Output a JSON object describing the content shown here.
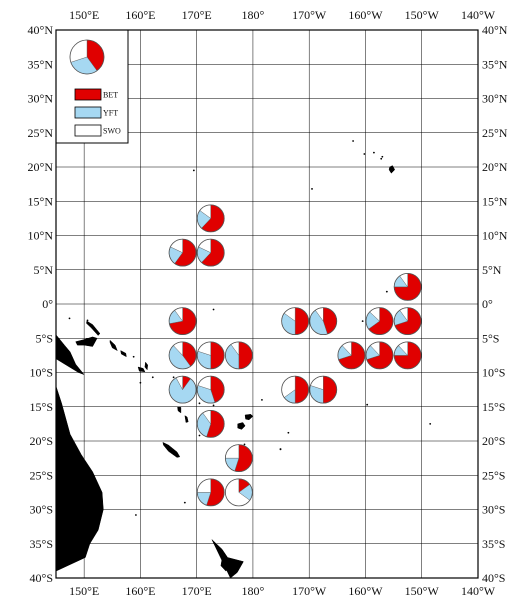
{
  "colors": {
    "BET": "#e00000",
    "YFT": "#a6d8f2",
    "SWO": "#ffffff",
    "land": "#000000",
    "grid": "#000000",
    "frame": "#000000"
  },
  "axes": {
    "lon_min": 145,
    "lon_max": 220,
    "lat_min": -40,
    "lat_max": 40,
    "grid": true,
    "x_ticks": [
      {
        "lon": 150,
        "label": "150°E"
      },
      {
        "lon": 160,
        "label": "160°E"
      },
      {
        "lon": 170,
        "label": "170°E"
      },
      {
        "lon": 180,
        "label": "180°"
      },
      {
        "lon": 190,
        "label": "170°W"
      },
      {
        "lon": 200,
        "label": "160°W"
      },
      {
        "lon": 210,
        "label": "150°W"
      },
      {
        "lon": 220,
        "label": "140°W"
      }
    ],
    "y_ticks": [
      {
        "lat": 40,
        "label": "40°N"
      },
      {
        "lat": 35,
        "label": "35°N"
      },
      {
        "lat": 30,
        "label": "30°N"
      },
      {
        "lat": 25,
        "label": "25°N"
      },
      {
        "lat": 20,
        "label": "20°N"
      },
      {
        "lat": 15,
        "label": "15°N"
      },
      {
        "lat": 10,
        "label": "10°N"
      },
      {
        "lat": 5,
        "label": "5°N"
      },
      {
        "lat": 0,
        "label": "0°"
      },
      {
        "lat": -5,
        "label": "5°S"
      },
      {
        "lat": -10,
        "label": "10°S"
      },
      {
        "lat": -15,
        "label": "15°S"
      },
      {
        "lat": -20,
        "label": "20°S"
      },
      {
        "lat": -25,
        "label": "25°S"
      },
      {
        "lat": -30,
        "label": "30°S"
      },
      {
        "lat": -35,
        "label": "35°S"
      },
      {
        "lat": -40,
        "label": "40°S"
      }
    ]
  },
  "legend": {
    "position": "top-left",
    "example_pie": {
      "BET": 0.4,
      "YFT": 0.3,
      "SWO": 0.3
    },
    "entries": [
      {
        "key": "BET",
        "label": "BET"
      },
      {
        "key": "YFT",
        "label": "YFT"
      },
      {
        "key": "SWO",
        "label": "SWO"
      }
    ]
  },
  "map_data": {
    "pies": [
      {
        "lon": 172.5,
        "lat": 12.5,
        "BET": 0.62,
        "YFT": 0.23,
        "SWO": 0.15
      },
      {
        "lon": 167.5,
        "lat": 7.5,
        "BET": 0.6,
        "YFT": 0.22,
        "SWO": 0.18
      },
      {
        "lon": 172.5,
        "lat": 7.5,
        "BET": 0.62,
        "YFT": 0.2,
        "SWO": 0.18
      },
      {
        "lon": 167.5,
        "lat": -2.5,
        "BET": 0.72,
        "YFT": 0.18,
        "SWO": 0.1
      },
      {
        "lon": 167.5,
        "lat": -7.5,
        "BET": 0.4,
        "YFT": 0.48,
        "SWO": 0.12
      },
      {
        "lon": 172.5,
        "lat": -7.5,
        "BET": 0.5,
        "YFT": 0.3,
        "SWO": 0.2
      },
      {
        "lon": 177.5,
        "lat": -7.5,
        "BET": 0.5,
        "YFT": 0.4,
        "SWO": 0.1
      },
      {
        "lon": 167.5,
        "lat": -12.5,
        "BET": 0.1,
        "YFT": 0.82,
        "SWO": 0.08
      },
      {
        "lon": 172.5,
        "lat": -12.5,
        "BET": 0.45,
        "YFT": 0.35,
        "SWO": 0.2
      },
      {
        "lon": 172.5,
        "lat": -17.5,
        "BET": 0.55,
        "YFT": 0.35,
        "SWO": 0.1
      },
      {
        "lon": 177.5,
        "lat": -22.5,
        "BET": 0.55,
        "YFT": 0.2,
        "SWO": 0.25
      },
      {
        "lon": 172.5,
        "lat": -27.5,
        "BET": 0.55,
        "YFT": 0.2,
        "SWO": 0.25
      },
      {
        "lon": 177.5,
        "lat": -27.5,
        "BET": 0.15,
        "YFT": 0.2,
        "SWO": 0.65
      },
      {
        "lon": 187.5,
        "lat": -2.5,
        "BET": 0.5,
        "YFT": 0.35,
        "SWO": 0.15
      },
      {
        "lon": 192.5,
        "lat": -2.5,
        "BET": 0.45,
        "YFT": 0.45,
        "SWO": 0.1
      },
      {
        "lon": 187.5,
        "lat": -12.5,
        "BET": 0.5,
        "YFT": 0.15,
        "SWO": 0.35
      },
      {
        "lon": 192.5,
        "lat": -12.5,
        "BET": 0.5,
        "YFT": 0.3,
        "SWO": 0.2
      },
      {
        "lon": 197.5,
        "lat": -7.5,
        "BET": 0.7,
        "YFT": 0.18,
        "SWO": 0.12
      },
      {
        "lon": 202.5,
        "lat": -2.5,
        "BET": 0.65,
        "YFT": 0.22,
        "SWO": 0.13
      },
      {
        "lon": 202.5,
        "lat": -7.5,
        "BET": 0.7,
        "YFT": 0.18,
        "SWO": 0.12
      },
      {
        "lon": 207.5,
        "lat": 2.5,
        "BET": 0.75,
        "YFT": 0.15,
        "SWO": 0.1
      },
      {
        "lon": 207.5,
        "lat": -2.5,
        "BET": 0.7,
        "YFT": 0.2,
        "SWO": 0.1
      },
      {
        "lon": 207.5,
        "lat": -7.5,
        "BET": 0.75,
        "YFT": 0.13,
        "SWO": 0.12
      }
    ],
    "land_polygons": [
      {
        "name": "australia",
        "points": [
          [
            145,
            -12
          ],
          [
            146,
            -14.5
          ],
          [
            147.5,
            -19
          ],
          [
            149.5,
            -22
          ],
          [
            151.5,
            -24.5
          ],
          [
            153.2,
            -27.5
          ],
          [
            153.4,
            -30
          ],
          [
            152.5,
            -33
          ],
          [
            151,
            -35
          ],
          [
            150.2,
            -37
          ],
          [
            145,
            -39
          ]
        ]
      },
      {
        "name": "new-guinea",
        "points": [
          [
            145,
            -4.5
          ],
          [
            146.5,
            -6
          ],
          [
            147.5,
            -7
          ],
          [
            148.5,
            -8.8
          ],
          [
            150,
            -10.3
          ],
          [
            149,
            -10
          ],
          [
            147,
            -9
          ],
          [
            145,
            -8
          ]
        ]
      },
      {
        "name": "new-britain",
        "points": [
          [
            148.5,
            -5.5
          ],
          [
            150,
            -5.2
          ],
          [
            151.5,
            -4.8
          ],
          [
            152.3,
            -5
          ],
          [
            151.5,
            -6.2
          ],
          [
            150,
            -6
          ],
          [
            148.8,
            -6
          ]
        ]
      },
      {
        "name": "new-ireland",
        "points": [
          [
            150.5,
            -2.5
          ],
          [
            151.5,
            -3
          ],
          [
            152.8,
            -4.3
          ],
          [
            152.5,
            -4.6
          ],
          [
            151.3,
            -3.5
          ],
          [
            150.4,
            -2.8
          ]
        ]
      },
      {
        "name": "new-caledonia",
        "points": [
          [
            164,
            -20.2
          ],
          [
            165,
            -20.6
          ],
          [
            166.5,
            -21.6
          ],
          [
            167,
            -22.3
          ],
          [
            166.5,
            -22.4
          ],
          [
            165,
            -21.5
          ],
          [
            164.1,
            -20.6
          ]
        ]
      },
      {
        "name": "nz-north-island",
        "points": [
          [
            172.7,
            -34.4
          ],
          [
            174.5,
            -35.8
          ],
          [
            175.5,
            -37
          ],
          [
            178.3,
            -37.6
          ],
          [
            177.2,
            -39.2
          ],
          [
            176,
            -40
          ]
        ]
      },
      {
        "name": "nz-north-tip",
        "points": [
          [
            174.6,
            -36.8
          ],
          [
            175.3,
            -37.4
          ],
          [
            175.9,
            -38
          ],
          [
            175.2,
            -39
          ],
          [
            174.3,
            -38.2
          ]
        ]
      },
      {
        "name": "fiji-viti-levu",
        "points": [
          [
            177.3,
            -17.5
          ],
          [
            178.2,
            -17.3
          ],
          [
            178.6,
            -17.8
          ],
          [
            178,
            -18.3
          ],
          [
            177.3,
            -18.1
          ]
        ]
      },
      {
        "name": "fiji-vanua-levu",
        "points": [
          [
            178.6,
            -16.2
          ],
          [
            179.6,
            -16.1
          ],
          [
            180,
            -16.4
          ],
          [
            179.3,
            -16.9
          ],
          [
            178.7,
            -16.8
          ]
        ]
      },
      {
        "name": "hawaii-big-island",
        "points": [
          [
            204.2,
            19.6
          ],
          [
            204.6,
            19.1
          ],
          [
            205.2,
            19.6
          ],
          [
            204.8,
            20.2
          ],
          [
            204.3,
            20
          ]
        ]
      },
      {
        "name": "vanuatu-1",
        "points": [
          [
            166.6,
            -15
          ],
          [
            167.2,
            -15.1
          ],
          [
            167.2,
            -15.9
          ],
          [
            166.7,
            -15.6
          ]
        ]
      },
      {
        "name": "vanuatu-2",
        "points": [
          [
            167.9,
            -16.3
          ],
          [
            168.3,
            -16.5
          ],
          [
            168.5,
            -17.2
          ],
          [
            168.1,
            -17.3
          ]
        ]
      },
      {
        "name": "solomon-1",
        "points": [
          [
            159.6,
            -9.2
          ],
          [
            160.5,
            -9.4
          ],
          [
            160.8,
            -9.9
          ],
          [
            159.8,
            -9.8
          ]
        ]
      },
      {
        "name": "solomon-2",
        "points": [
          [
            160.9,
            -8.5
          ],
          [
            161.3,
            -8.9
          ],
          [
            161.2,
            -9.6
          ],
          [
            160.8,
            -9.2
          ]
        ]
      },
      {
        "name": "solomon-3",
        "points": [
          [
            156.5,
            -6.8
          ],
          [
            157.4,
            -7.2
          ],
          [
            157.5,
            -7.7
          ],
          [
            156.6,
            -7.3
          ]
        ]
      },
      {
        "name": "bougainville",
        "points": [
          [
            154.6,
            -5.3
          ],
          [
            155.5,
            -6
          ],
          [
            155.9,
            -6.8
          ],
          [
            155,
            -6.4
          ],
          [
            154.6,
            -5.6
          ]
        ]
      },
      {
        "name": "tonga-1",
        "points": [
          [
            184.8,
            -21.1
          ],
          [
            185.0,
            -21.1
          ],
          [
            185.0,
            -21.3
          ],
          [
            184.8,
            -21.3
          ]
        ]
      },
      {
        "name": "samoa-1",
        "points": [
          [
            187.7,
            -13.5
          ],
          [
            188.4,
            -13.6
          ],
          [
            188.3,
            -13.9
          ],
          [
            187.8,
            -13.8
          ]
        ]
      }
    ],
    "land_dots": [
      [
        169.5,
        19.5
      ],
      [
        173,
        -0.8
      ],
      [
        190.5,
        16.8
      ],
      [
        199.5,
        -2.5
      ],
      [
        203.8,
        1.8
      ],
      [
        203,
        21.5
      ],
      [
        201.5,
        22.1
      ],
      [
        202.8,
        21.2
      ],
      [
        199.8,
        21.9
      ],
      [
        197.8,
        23.8
      ],
      [
        159.2,
        -30.8
      ],
      [
        167.9,
        -29.0
      ],
      [
        170.5,
        -19.2
      ],
      [
        186.3,
        -18.8
      ],
      [
        170.5,
        -14.5
      ],
      [
        181.6,
        -14.0
      ],
      [
        173.0,
        -14.8
      ],
      [
        160.0,
        -11.5
      ],
      [
        162.2,
        -10.7
      ],
      [
        158.8,
        -7.7
      ],
      [
        200.3,
        -14.7
      ],
      [
        211.5,
        -17.5
      ],
      [
        150.6,
        -2.4
      ],
      [
        147.4,
        -2.1
      ],
      [
        165.9,
        -10.7
      ],
      [
        178.5,
        -20.5
      ]
    ]
  }
}
